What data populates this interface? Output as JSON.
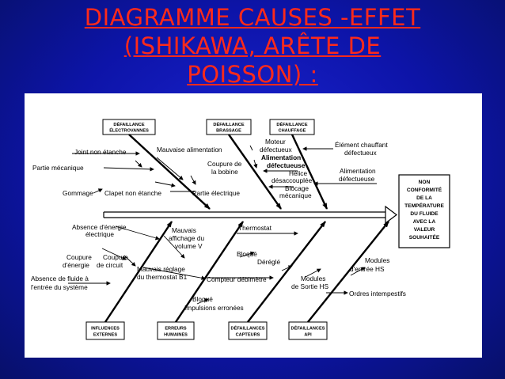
{
  "title": {
    "line1": "DIAGRAMME CAUSES -EFFET",
    "line2": "(ISHIKAWA, ARÊTE DE",
    "line3": "POISSON) :"
  },
  "result_box": {
    "lines": [
      "NON",
      "CONFORMITÉ",
      "DE LA",
      "TEMPÉRATURE",
      "DU FLUIDE",
      "AVEC LA",
      "VALEUR",
      "SOUHAITÉE"
    ]
  },
  "categories": {
    "electrovannes": [
      "DÉFAILLANCE",
      "ÉLECTROVANNES"
    ],
    "brassage": [
      "DÉFAILLANCE",
      "BRASSAGE"
    ],
    "chauffage": [
      "DÉFAILLANCE",
      "CHAUFFAGE"
    ],
    "influences": [
      "INFLUENCES",
      "EXTERNES"
    ],
    "erreurs": [
      "ERREURS",
      "HUMAINES"
    ],
    "capteurs": [
      "DÉFAILLANCES",
      "CAPTEURS"
    ],
    "api": [
      "DÉFAILLANCES",
      "API"
    ]
  },
  "causes": {
    "joint": "Joint non étanche",
    "partie_meca": "Partie mécanique",
    "gommage": "Gommage",
    "clapet": "Clapet non étanche",
    "mauvaise_alim": "Mauvaise alimentation",
    "coupure_bobine_1": "Coupure de",
    "coupure_bobine_2": "la bobine",
    "partie_elec": "Partie électrique",
    "moteur_1": "Moteur",
    "moteur_2": "défectueux",
    "alim_def_1": "Alimentation",
    "alim_def_2": "défectueuse",
    "helice_1": "Hélice",
    "helice_2": "désaccouplée",
    "blocage_1": "Blocage",
    "blocage_2": "mécanique",
    "element_1": "Élément chauffant",
    "element_2": "défectueux",
    "alim_ch_1": "Alimentation",
    "alim_ch_2": "défectueuse",
    "absence_energie_1": "Absence d'énergie",
    "absence_energie_2": "électrique",
    "coupure_energie_1": "Coupure",
    "coupure_energie_2": "d'énergie",
    "coupure_circuit_1": "Coupure",
    "coupure_circuit_2": "de circuit",
    "absence_fluide_1": "Absence de fluide à",
    "absence_fluide_2": "l'entrée du système",
    "mauvais_affichage_1": "Mauvais",
    "mauvais_affichage_2": "affichage du",
    "mauvais_affichage_3": "volume V",
    "mauvais_reglage_1": "Mauvais réglage",
    "mauvais_reglage_2": "du thermostat B1",
    "thermostat": "Thermostat",
    "bloque_1": "Bloqué",
    "deregle": "Déréglé",
    "compteur": "Compteur débimètre",
    "bloque_2": "Bloqué",
    "impulsions": "Impulsions erronées",
    "modules_entree_1": "Modules",
    "modules_entree_2": "d'entrée HS",
    "modules_sortie_1": "Modules",
    "modules_sortie_2": "de Sortie HS",
    "ordres": "Ordres intempestifs"
  }
}
